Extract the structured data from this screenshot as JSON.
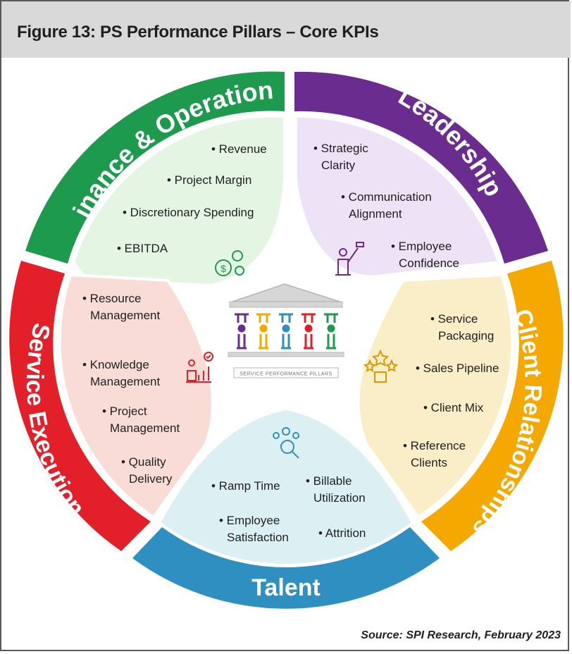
{
  "figure": {
    "title": "Figure 13:  PS Performance Pillars – Core KPIs",
    "source": "Source: SPI Research, February 2023"
  },
  "center": {
    "label": "SERVICE PERFORMANCE PILLARS"
  },
  "pillars": [
    {
      "name": "Finance & Operations",
      "color": "#1e9a4e",
      "fill": "#e4f5e4",
      "icon": "money-gears-icon",
      "kpis": [
        "• Revenue",
        "• Project Margin",
        "• Discretionary Spending",
        "• EBITDA"
      ]
    },
    {
      "name": "Leadership",
      "color": "#6a2c8e",
      "fill": "#eee2f6",
      "icon": "leader-presenting-icon",
      "kpis": [
        "• Strategic",
        "Clarity",
        "• Communication",
        "Alignment",
        "• Employee",
        "Confidence"
      ]
    },
    {
      "name": "Client Relationships",
      "color": "#f5a800",
      "fill": "#faeec8",
      "icon": "star-client-icon",
      "kpis": [
        "• Service",
        "Packaging",
        "• Sales Pipeline",
        "• Client Mix",
        "• Reference",
        "Clients"
      ]
    },
    {
      "name": "Talent",
      "color": "#2f8fc1",
      "fill": "#dcf0f4",
      "icon": "team-search-icon",
      "kpis": [
        "• Ramp Time",
        "• Billable",
        "Utilization",
        "• Employee",
        "Satisfaction",
        "• Attrition"
      ]
    },
    {
      "name": "Service Execution",
      "color": "#e3202a",
      "fill": "#f9dcd6",
      "icon": "growth-check-icon",
      "kpis": [
        "• Resource",
        "Management",
        "• Knowledge",
        "Management",
        "• Project",
        "Management",
        "• Quality",
        "Delivery"
      ]
    }
  ]
}
